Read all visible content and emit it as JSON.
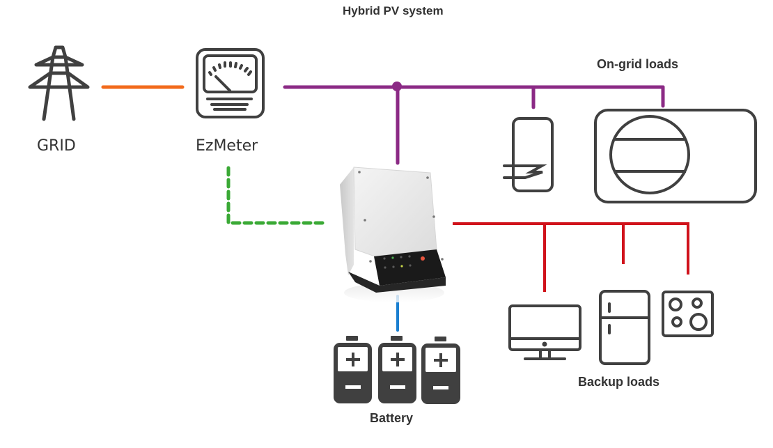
{
  "diagram": {
    "title": "Hybrid PV system",
    "nodes": {
      "grid": {
        "label": "GRID",
        "icon": "power-tower-icon"
      },
      "meter": {
        "label": "EzMeter",
        "icon": "meter-gauge-icon"
      },
      "inverter": {
        "label": "",
        "icon": "hybrid-inverter"
      },
      "battery": {
        "label": "Battery",
        "icon": "battery-icon",
        "count": 3
      },
      "on_grid_loads": {
        "label": "On-grid loads",
        "items": [
          "water-heater-icon",
          "air-conditioner-icon"
        ]
      },
      "backup_loads": {
        "label": "Backup loads",
        "items": [
          "computer-monitor-icon",
          "refrigerator-icon",
          "cooktop-icon"
        ]
      }
    },
    "connections": [
      {
        "from": "grid",
        "to": "meter",
        "style": "solid",
        "color": "#f26a1b"
      },
      {
        "from": "meter",
        "to": "on_grid_loads",
        "style": "solid",
        "color": "#8b2a85"
      },
      {
        "from": "inverter",
        "to": "on_grid_bus",
        "style": "solid",
        "color": "#8b2a85"
      },
      {
        "from": "meter",
        "to": "inverter",
        "style": "dashed",
        "color": "#3aa935"
      },
      {
        "from": "inverter",
        "to": "backup_loads",
        "style": "solid",
        "color": "#d0121b"
      },
      {
        "from": "inverter",
        "to": "battery",
        "style": "solid",
        "color": "#1a7fd0"
      }
    ],
    "colors": {
      "icon": "#404040",
      "grid_line": "#f26a1b",
      "ac_bus": "#8b2a85",
      "comm_line": "#3aa935",
      "backup_line": "#d0121b",
      "battery_line": "#1a7fd0"
    }
  }
}
